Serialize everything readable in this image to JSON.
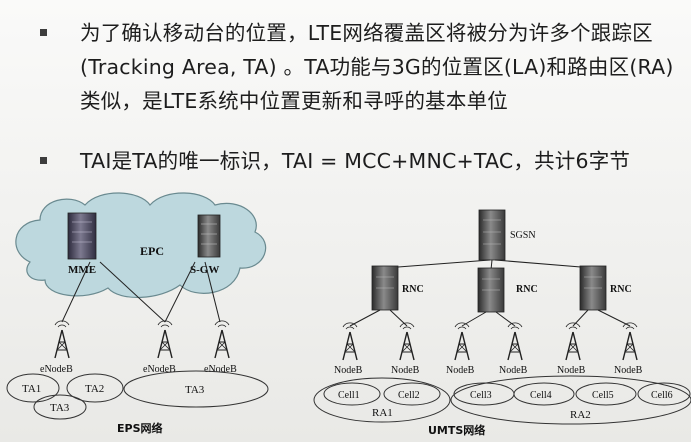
{
  "bullets": [
    "为了确认移动台的位置，LTE网络覆盖区将被分为许多个跟踪区(Tracking Area, TA) 。TA功能与3G的位置区(LA)和路由区(RA)类似，是LTE系统中位置更新和寻呼的基本单位",
    "TAI是TA的唯一标识，TAI = MCC+MNC+TAC，共计6字节"
  ],
  "eps": {
    "core_label": "EPC",
    "mme_label": "MME",
    "sgw_label": "S-GW",
    "enodeb_label": "eNodeB",
    "ta_labels": [
      "TA1",
      "TA2",
      "TA3",
      "TA3"
    ],
    "caption": "EPS网络"
  },
  "umts": {
    "sgsn_label": "SGSN",
    "rnc_label": "RNC",
    "nodeb_label": "NodeB",
    "cells": [
      "Cell1",
      "Cell2",
      "Cell3",
      "Cell4",
      "Cell5",
      "Cell6"
    ],
    "ra_labels": [
      "RA1",
      "RA2"
    ],
    "caption": "UMTS网络"
  }
}
